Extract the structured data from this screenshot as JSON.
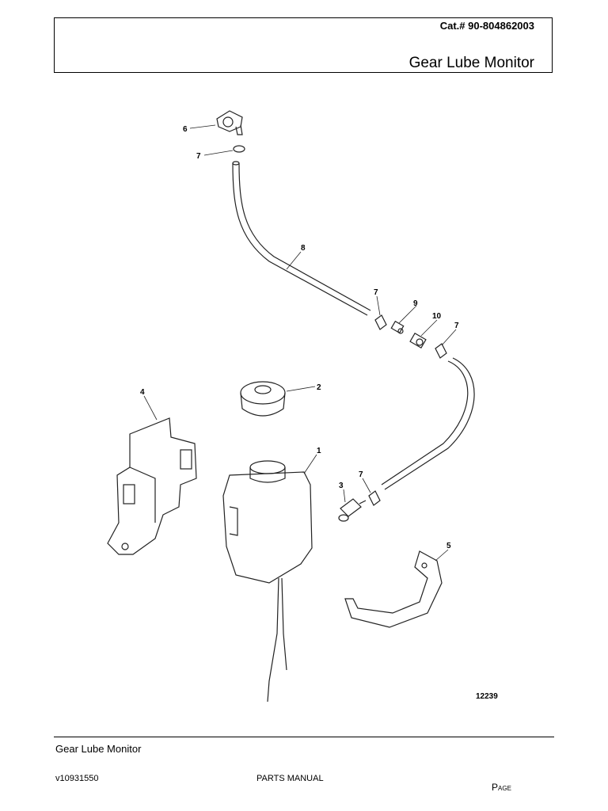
{
  "header": {
    "catalog_number": "Cat.# 90-804862003",
    "title": "Gear Lube Monitor"
  },
  "diagram": {
    "figure_number": "12239",
    "callouts": [
      "1",
      "2",
      "3",
      "4",
      "5",
      "6",
      "7",
      "8",
      "9",
      "10"
    ]
  },
  "footer": {
    "title": "Gear Lube Monitor",
    "version": "v10931550",
    "manual": "PARTS MANUAL",
    "page": "Page"
  }
}
